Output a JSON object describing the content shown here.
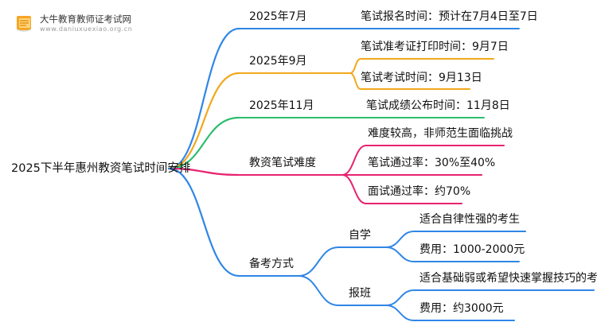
{
  "logo": {
    "name": "大牛教育教师证考试网",
    "url": "www.daniuxuexiao.org.cn"
  },
  "root": "2025下半年惠州教资笔试时间安排",
  "colors": {
    "blue": "#2f86e6",
    "orange": "#f2a81d",
    "green": "#2dbd6e",
    "pink": "#e8226f"
  },
  "branches": [
    {
      "label": "2025年7月",
      "color": "blue",
      "children": [
        {
          "label": "笔试报名时间：预计在7月4日至7日"
        }
      ]
    },
    {
      "label": "2025年9月",
      "color": "orange",
      "children": [
        {
          "label": "笔试准考证打印时间：9月7日"
        },
        {
          "label": "笔试考试时间：9月13日"
        }
      ]
    },
    {
      "label": "2025年11月",
      "color": "green",
      "children": [
        {
          "label": "笔试成绩公布时间：11月8日"
        }
      ]
    },
    {
      "label": "教资笔试难度",
      "color": "pink",
      "children": [
        {
          "label": "难度较高，非师范生面临挑战"
        },
        {
          "label": "笔试通过率：30%至40%"
        },
        {
          "label": "面试通过率：约70%"
        }
      ]
    },
    {
      "label": "备考方式",
      "color": "blue",
      "children": [
        {
          "label": "自学",
          "children": [
            {
              "label": "适合自律性强的考生"
            },
            {
              "label": "费用：1000-2000元"
            }
          ]
        },
        {
          "label": "报班",
          "children": [
            {
              "label": "适合基础弱或希望快速掌握技巧的考生"
            },
            {
              "label": "费用：约3000元"
            }
          ]
        }
      ]
    }
  ]
}
